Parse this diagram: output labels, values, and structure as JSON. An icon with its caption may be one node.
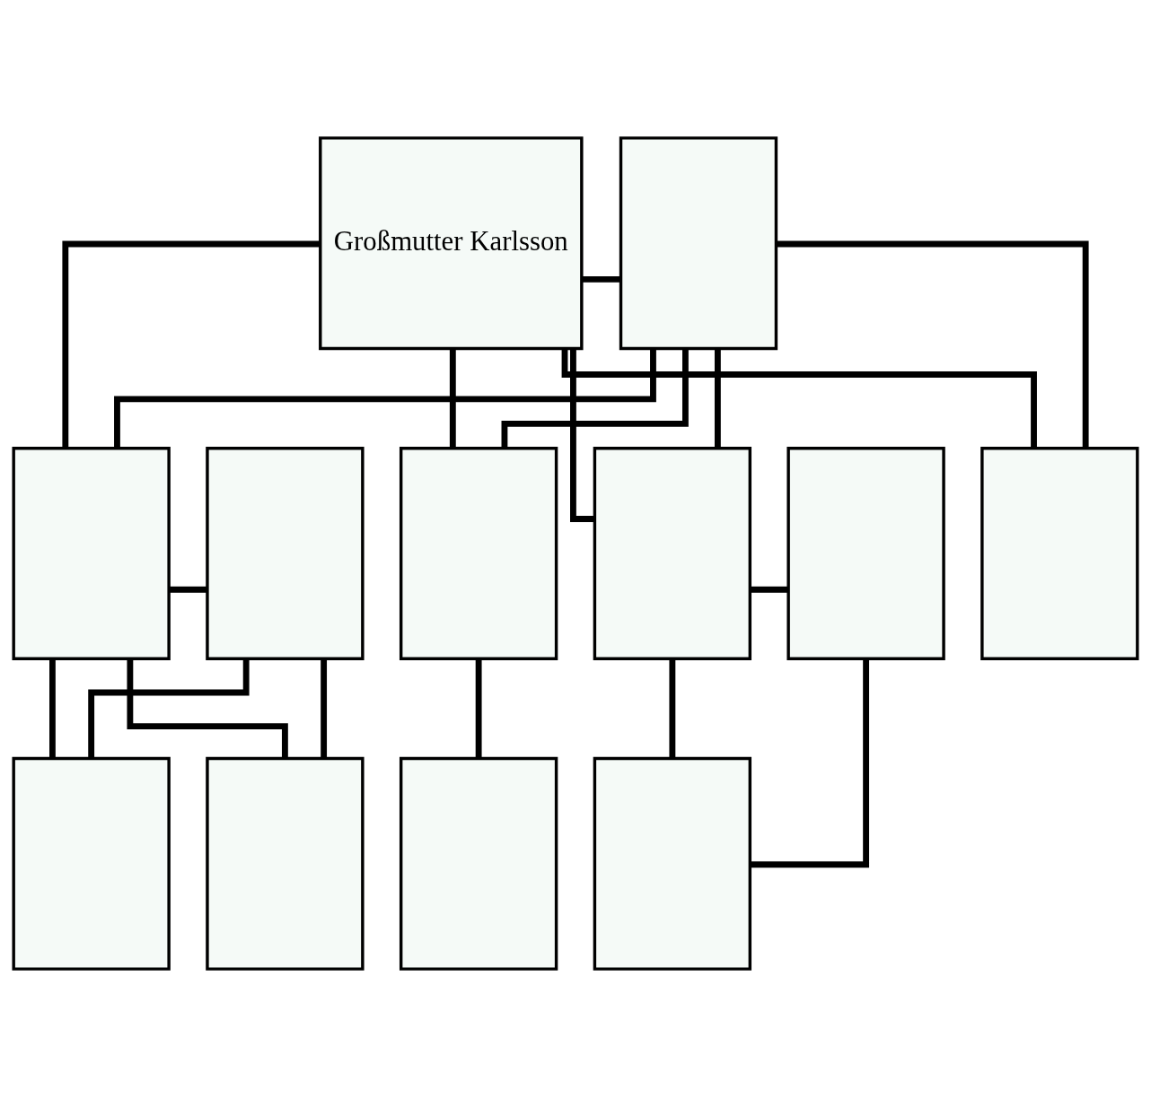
{
  "diagram": {
    "nodes": [
      {
        "text": [
          "Großmutter Karlsson"
        ]
      },
      {
        "text": [],
        "shape": "box"
      },
      {
        "text": [],
        "shape": "box"
      },
      {
        "text": [],
        "shape": "box"
      },
      {
        "text": [],
        "shape": "box"
      },
      {
        "text": [],
        "shape": "box"
      },
      {
        "text": [],
        "shape": "box"
      },
      {
        "text": [],
        "shape": "box"
      },
      {
        "text": [],
        "shape": "box"
      },
      {
        "text": [],
        "shape": "box"
      },
      {
        "text": [],
        "shape": "box"
      },
      {
        "text": [],
        "shape": "box"
      }
    ],
    "edges": [
      {
        "from": 0,
        "to": 1,
        "arrow": "none"
      },
      {
        "from": 0,
        "to": 2,
        "arrow": "none"
      },
      {
        "from": 1,
        "to": 2,
        "arrow": "none"
      },
      {
        "from": 0,
        "to": 4,
        "arrow": "none"
      },
      {
        "from": 1,
        "to": 4,
        "arrow": "none"
      },
      {
        "from": 0,
        "to": 5,
        "arrow": "none"
      },
      {
        "from": 1,
        "to": 5,
        "arrow": "none"
      },
      {
        "from": 0,
        "to": 7,
        "arrow": "none"
      },
      {
        "from": 1,
        "to": 7,
        "arrow": "none"
      },
      {
        "from": 2,
        "to": 3,
        "arrow": "none"
      },
      {
        "from": 2,
        "to": 8,
        "arrow": "none"
      },
      {
        "from": 3,
        "to": 8,
        "arrow": "none"
      },
      {
        "from": 2,
        "to": 9,
        "arrow": "none"
      },
      {
        "from": 3,
        "to": 9,
        "arrow": "none"
      },
      {
        "from": 4,
        "to": 10,
        "arrow": "none"
      },
      {
        "from": 5,
        "to": 6,
        "arrow": "none"
      },
      {
        "from": 5,
        "to": 11,
        "arrow": "none"
      },
      {
        "from": 6,
        "to": 11,
        "arrow": "none"
      }
    ]
  }
}
